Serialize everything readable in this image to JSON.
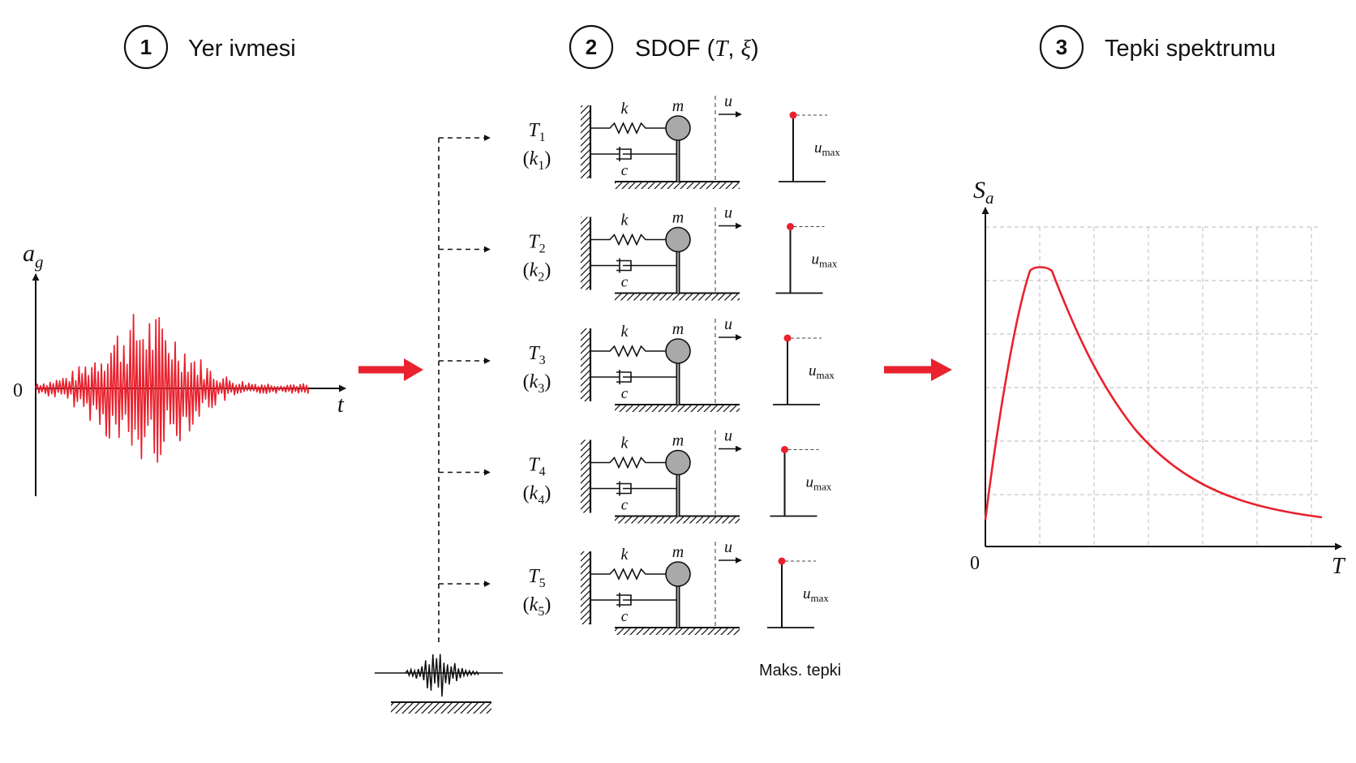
{
  "steps": [
    {
      "number": "1",
      "label": "Yer ivmesi"
    },
    {
      "number": "2",
      "label_prefix": "SDOF (",
      "label_T": "T",
      "label_sep": ", ",
      "label_xi": "ξ",
      "label_suffix": ")"
    },
    {
      "number": "3",
      "label": "Tepki spektrumu"
    }
  ],
  "ground_motion": {
    "y_axis_base": "a",
    "y_axis_sub": "g",
    "x_axis": "t",
    "origin": "0"
  },
  "sdof": {
    "spring_label": "k",
    "mass_label": "m",
    "damper_label": "c",
    "disp_label": "u",
    "umax_base": "u",
    "umax_sub": "max",
    "oscillators": [
      {
        "T": "T",
        "T_sub": "1",
        "k": "k",
        "k_sub": "1"
      },
      {
        "T": "T",
        "T_sub": "2",
        "k": "k",
        "k_sub": "2"
      },
      {
        "T": "T",
        "T_sub": "3",
        "k": "k",
        "k_sub": "3"
      },
      {
        "T": "T",
        "T_sub": "4",
        "k": "k",
        "k_sub": "4"
      },
      {
        "T": "T",
        "T_sub": "5",
        "k": "k",
        "k_sub": "5"
      }
    ],
    "max_response_caption": "Maks. tepki"
  },
  "spectrum": {
    "y_axis_base": "S",
    "y_axis_sub": "a",
    "x_axis": "T",
    "origin": "0"
  },
  "colors": {
    "accent": "#e8222e",
    "line": "#111111",
    "mass": "#a9a9a9",
    "grid": "#c8c8c8"
  }
}
